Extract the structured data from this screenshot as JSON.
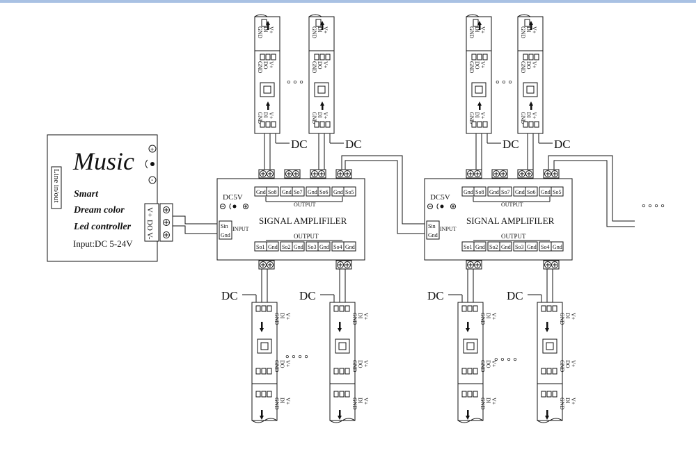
{
  "controller": {
    "title": "Music",
    "line1": "Smart",
    "line2": "Dream color",
    "line3": "Led controller",
    "input": "Input:DC 5-24V",
    "side_label": "Line in/out",
    "pins": [
      "V+",
      "DO",
      "V-"
    ],
    "power_plus": "+",
    "power_minus": "-"
  },
  "amplifier": {
    "name": "SIGNAL AMPLIFILER",
    "dc": "DC5V",
    "output_label": "OUTPUT",
    "input_label": "INPUT",
    "input_pins": [
      "Sin",
      "Gnd"
    ],
    "top_outputs": [
      [
        "Gnd",
        "So8"
      ],
      [
        "Gnd",
        "So7"
      ],
      [
        "Gnd",
        "So6"
      ],
      [
        "Gnd",
        "So5"
      ]
    ],
    "bottom_outputs": [
      [
        "So1",
        "Gnd"
      ],
      [
        "So2",
        "Gnd"
      ],
      [
        "So3",
        "Gnd"
      ],
      [
        "So4",
        "Gnd"
      ]
    ]
  },
  "strip": {
    "in_pins": [
      "GND",
      "DI",
      "V+"
    ],
    "out_pins": [
      "GND",
      "DO",
      "V+"
    ]
  },
  "dc_label": "DC",
  "dots3": "° ° °",
  "dots4": "° ° ° °",
  "colors": {
    "line": "#111111",
    "topbar": "#a9c1e3"
  }
}
